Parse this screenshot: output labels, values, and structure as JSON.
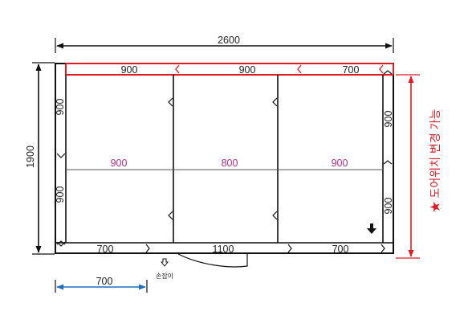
{
  "overall": {
    "width_label": "2600",
    "height_label": "1900"
  },
  "top_panels": [
    "900",
    "900",
    "700"
  ],
  "bottom_panels": [
    "700",
    "1100",
    "700"
  ],
  "left_panels": [
    "900",
    "900"
  ],
  "right_panels": [
    "900",
    "900"
  ],
  "room_widths": [
    "900",
    "800",
    "900"
  ],
  "handle_label": "손잡이",
  "offset_label": "700",
  "door_note": "★ 도어위치 변경 가능",
  "colors": {
    "line": "#111111",
    "accent_red": "#e01b24",
    "accent_blue": "#1f6fbf",
    "magenta": "#b0308a"
  }
}
